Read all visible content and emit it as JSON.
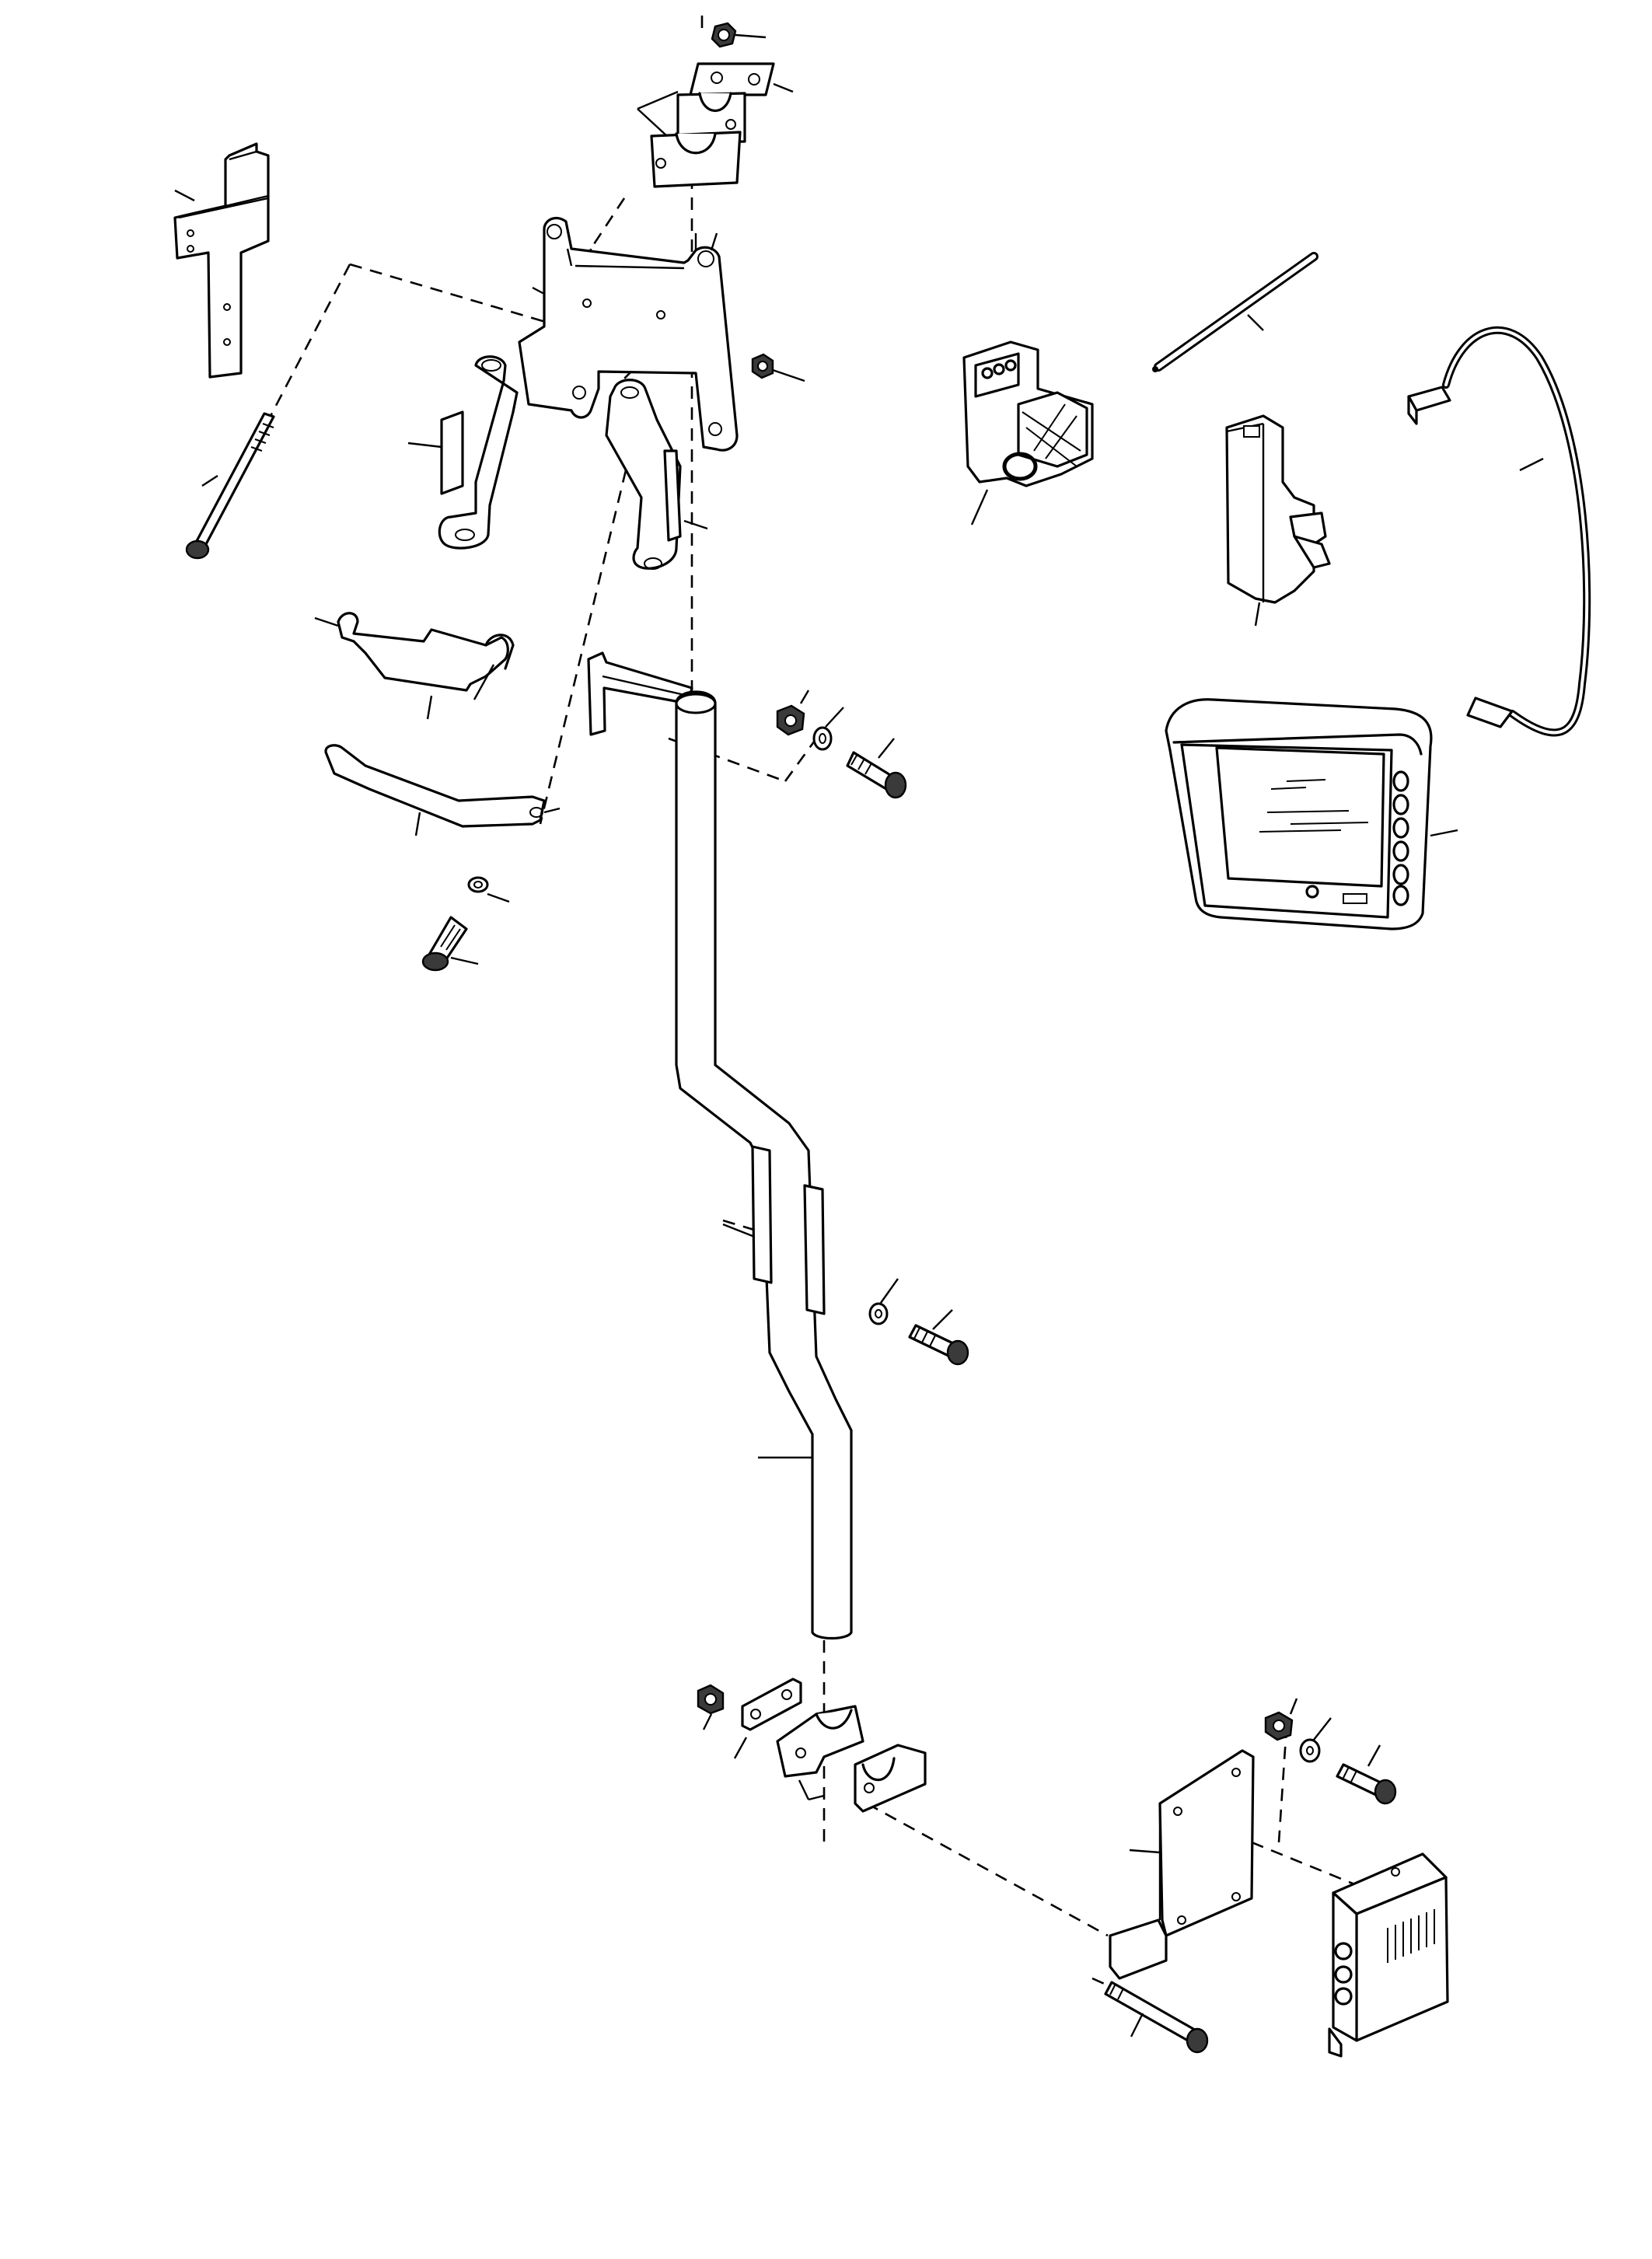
{
  "diagram": {
    "background": "#ffffff",
    "line_color": "#000000",
    "style": "exploded-view line drawing, no printed text",
    "components": [
      "mounting-pole",
      "upper-pipe-clamp",
      "upper-clamp-plate",
      "upper-clamp-nut",
      "top-mounting-plate",
      "side-bracket",
      "center-bracket",
      "hook-bracket",
      "support-arm",
      "long-bolt",
      "t-bracket",
      "relay",
      "wire",
      "breaker-switch",
      "monitor-cable",
      "display-monitor",
      "lower-pipe-clamp",
      "lower-clamp-plate",
      "lower-clamp-nut",
      "monitor-mount-bracket",
      "control-box",
      "bracket-bolt"
    ]
  }
}
